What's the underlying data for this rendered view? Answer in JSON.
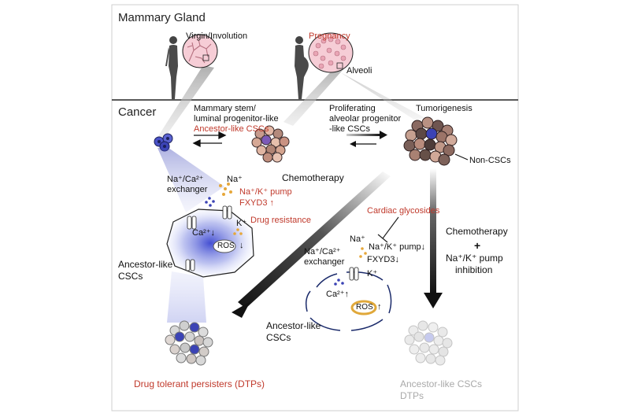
{
  "panel_top": {
    "title": "Mammary Gland",
    "virgin_label": "Virgin/Involution",
    "pregnancy_label": "Pregnancy",
    "alveoli_label": "Alveoli"
  },
  "panel_cancer": {
    "title": "Cancer",
    "stage1_line1": "Mammary stem/",
    "stage1_line2": "luminal progenitor-like",
    "ancestor_red": "Ancestor-like CSCs",
    "stage2_line1": "Proliferating",
    "stage2_line2": "alveolar progenitor",
    "stage2_line3": "-like CSCs",
    "tumorigenesis": "Tumorigenesis",
    "non_cscs": "Non-CSCs",
    "chemotherapy": "Chemotherapy",
    "na_ca_line1": "Na⁺/Ca²⁺",
    "na_ca_line2": "exchanger",
    "na_plus": "Na⁺",
    "nak_pump": "Na⁺/K⁺ pump",
    "fxyd3_up": "FXYD3 ↑",
    "drug_resistance": "Drug resistance",
    "ca_down": "Ca²⁺↓",
    "k_plus": "K⁺",
    "ros_label": "ROS",
    "ros_down": "↓",
    "ancestor_left_line1": "Ancestor-like",
    "ancestor_left_line2": "CSCs",
    "cardiac": "Cardiac glycosides",
    "na_plus2": "Na⁺",
    "nak_pump2": "Na⁺/K⁺ pump↓",
    "na_ca2_line1": "Na⁺/Ca²⁺",
    "na_ca2_line2": "exchanger",
    "fxyd3_down": "FXYD3↓",
    "k_plus2": "K⁺",
    "ca_up": "Ca²⁺↑",
    "ros_up": "↑",
    "chemo2": "Chemotherapy",
    "plus": "+",
    "pump_inh_line1": "Na⁺/K⁺ pump",
    "pump_inh_line2": "inhibition",
    "ancestor_mid_line1": "Ancestor-like",
    "ancestor_mid_line2": "CSCs",
    "dtps": "Drug tolerant persisters (DTPs)",
    "right_bottom_line1": "Ancestor-like CSCs",
    "right_bottom_line2": "DTPs"
  },
  "colors": {
    "red": "#c0392b",
    "blue": "#3a46a8",
    "grey_text": "#a9a9a9",
    "ros_ring": "#e0a83a",
    "alveoli_fill": "#f6cdd6"
  }
}
